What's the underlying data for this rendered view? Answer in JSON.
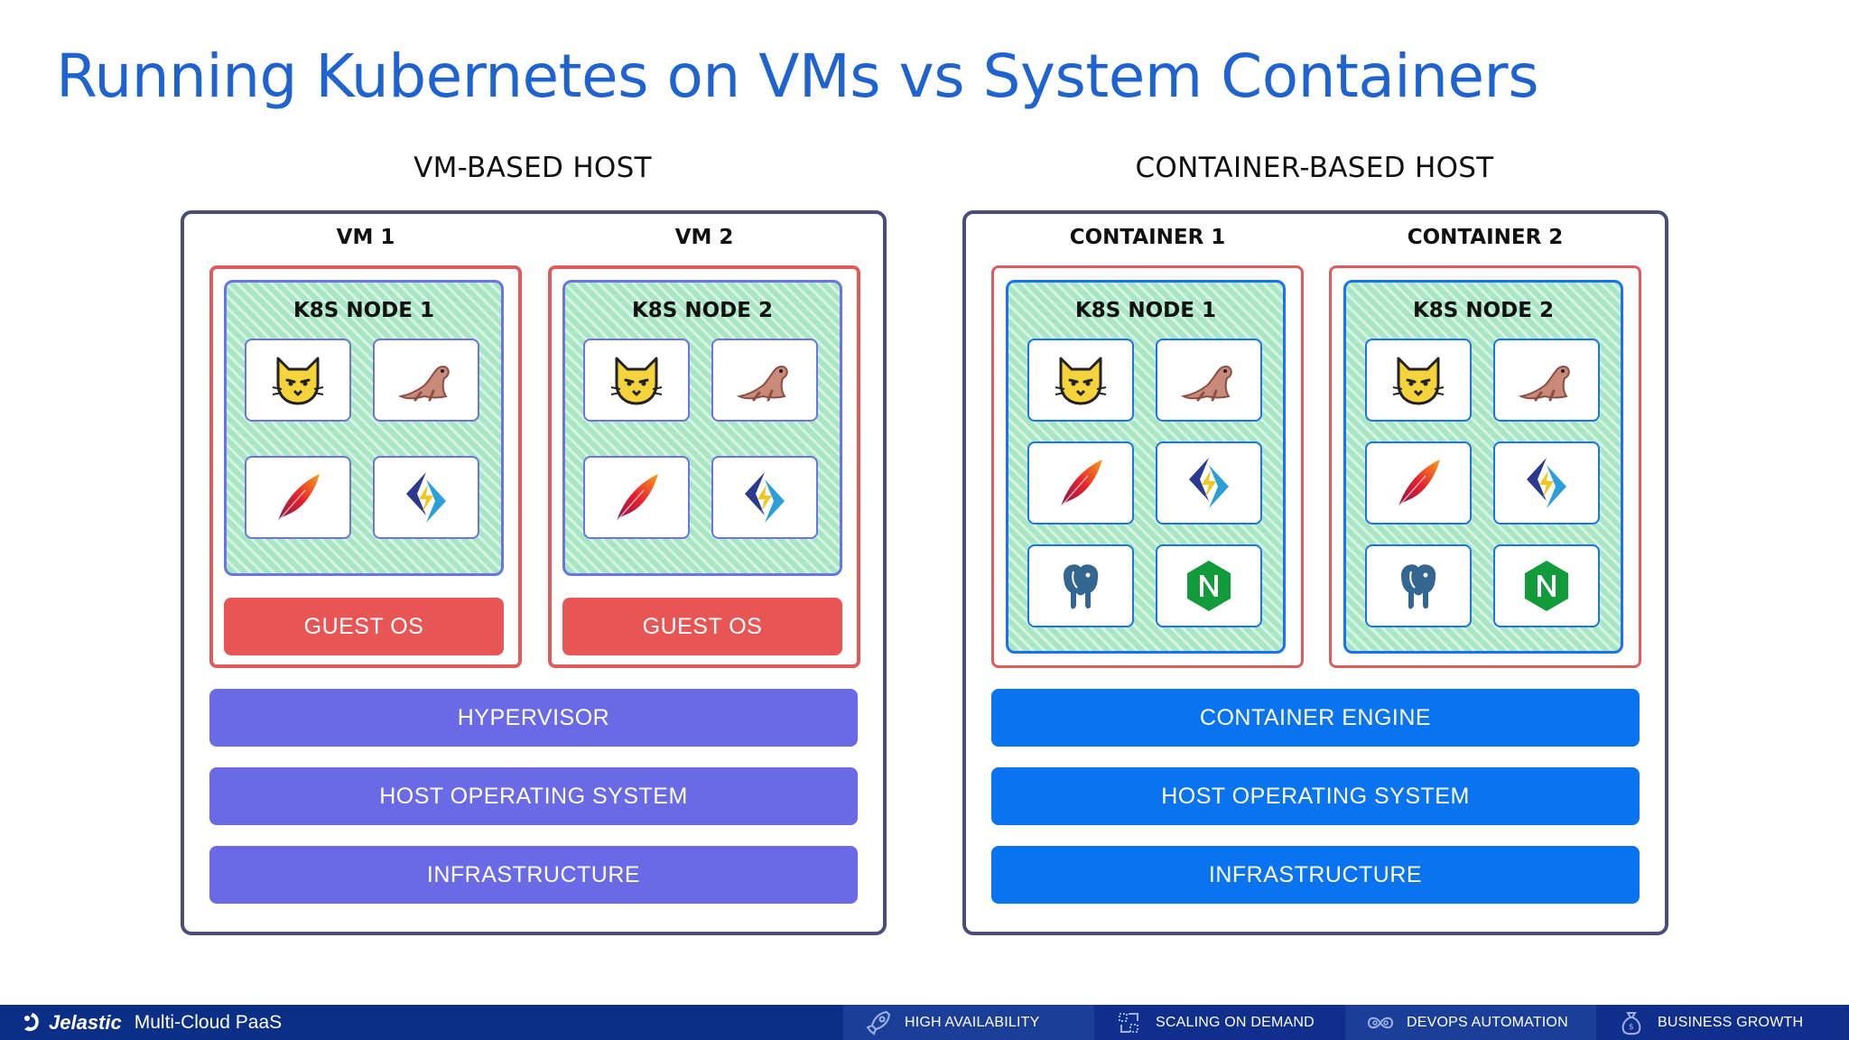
{
  "title": "Running Kubernetes on VMs vs System Containers",
  "vm_host": {
    "heading": "VM-BASED HOST",
    "units": [
      {
        "label": "VM 1",
        "node": "K8S NODE 1",
        "guest": "GUEST OS"
      },
      {
        "label": "VM 2",
        "node": "K8S NODE 2",
        "guest": "GUEST OS"
      }
    ],
    "layers": [
      "HYPERVISOR",
      "HOST OPERATING SYSTEM",
      "INFRASTRUCTURE"
    ]
  },
  "container_host": {
    "heading": "CONTAINER-BASED HOST",
    "units": [
      {
        "label": "CONTAINER 1",
        "node": "K8S NODE 1"
      },
      {
        "label": "CONTAINER 2",
        "node": "K8S NODE 2"
      }
    ],
    "layers": [
      "CONTAINER ENGINE",
      "HOST OPERATING SYSTEM",
      "INFRASTRUCTURE"
    ]
  },
  "app_icons_vm": [
    "tomcat-icon",
    "mariadb-seal-icon",
    "apache-feather-icon",
    "litespeed-icon"
  ],
  "app_icons_container": [
    "tomcat-icon",
    "mariadb-seal-icon",
    "apache-feather-icon",
    "litespeed-icon",
    "postgresql-elephant-icon",
    "nginx-icon"
  ],
  "footer": {
    "brand": "Jelastic",
    "tagline": "Multi-Cloud PaaS",
    "features": [
      {
        "label": "HIGH AVAILABILITY",
        "icon": "rocket-icon"
      },
      {
        "label": "SCALING ON DEMAND",
        "icon": "scaling-arrows-icon"
      },
      {
        "label": "DEVOPS AUTOMATION",
        "icon": "infinity-loop-icon"
      },
      {
        "label": "BUSINESS GROWTH",
        "icon": "money-bag-icon"
      }
    ]
  },
  "colors": {
    "title": "#1f63d1",
    "vm_layer": "#6a6ae6",
    "container_layer": "#0a73f0",
    "guest_os": "#e85555",
    "node_fill": "#a8e6c4",
    "footer": "#0b2e86"
  }
}
